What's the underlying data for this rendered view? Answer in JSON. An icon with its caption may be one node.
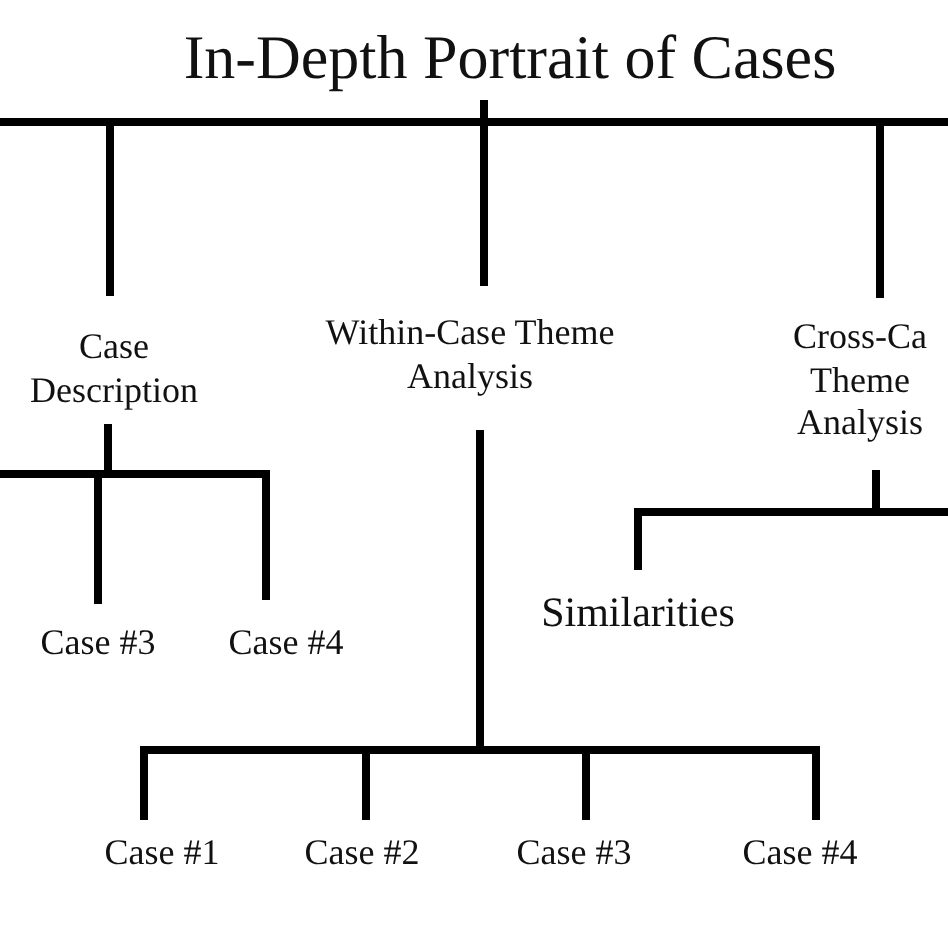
{
  "diagram": {
    "nodes": [
      {
        "text": [
          "In-Depth Portrait of Cases"
        ]
      },
      {
        "text": [
          "Case Description"
        ]
      },
      {
        "text": [
          "Within-Case Theme Analysis"
        ]
      },
      {
        "text": [
          "Cross-Ca Theme Analysis"
        ]
      },
      {
        "text": [
          "Case #3"
        ]
      },
      {
        "text": [
          "Case #4"
        ]
      },
      {
        "text": [
          "Similarities"
        ]
      },
      {
        "text": [
          "Case #1"
        ]
      },
      {
        "text": [
          "Case #2"
        ]
      },
      {
        "text": [
          "Case #3"
        ]
      },
      {
        "text": [
          "Case #4"
        ]
      }
    ],
    "edges": [
      {
        "from": 0,
        "to": 1,
        "arrow": "none"
      },
      {
        "from": 0,
        "to": 2,
        "arrow": "none"
      },
      {
        "from": 0,
        "to": 3,
        "arrow": "none"
      },
      {
        "from": 0,
        "to": null,
        "arrow": "none"
      },
      {
        "from": 0,
        "to": null,
        "arrow": "none"
      },
      {
        "from": 1,
        "to": 4,
        "arrow": "none"
      },
      {
        "from": 1,
        "to": 5,
        "arrow": "none"
      },
      {
        "from": 1,
        "to": null,
        "arrow": "none"
      },
      {
        "from": 2,
        "to": 7,
        "arrow": "none"
      },
      {
        "from": 2,
        "to": 8,
        "arrow": "none"
      },
      {
        "from": 2,
        "to": 9,
        "arrow": "none"
      },
      {
        "from": 2,
        "to": 10,
        "arrow": "none"
      },
      {
        "from": 3,
        "to": 6,
        "arrow": "none"
      },
      {
        "from": 3,
        "to": null,
        "arrow": "none"
      }
    ]
  }
}
